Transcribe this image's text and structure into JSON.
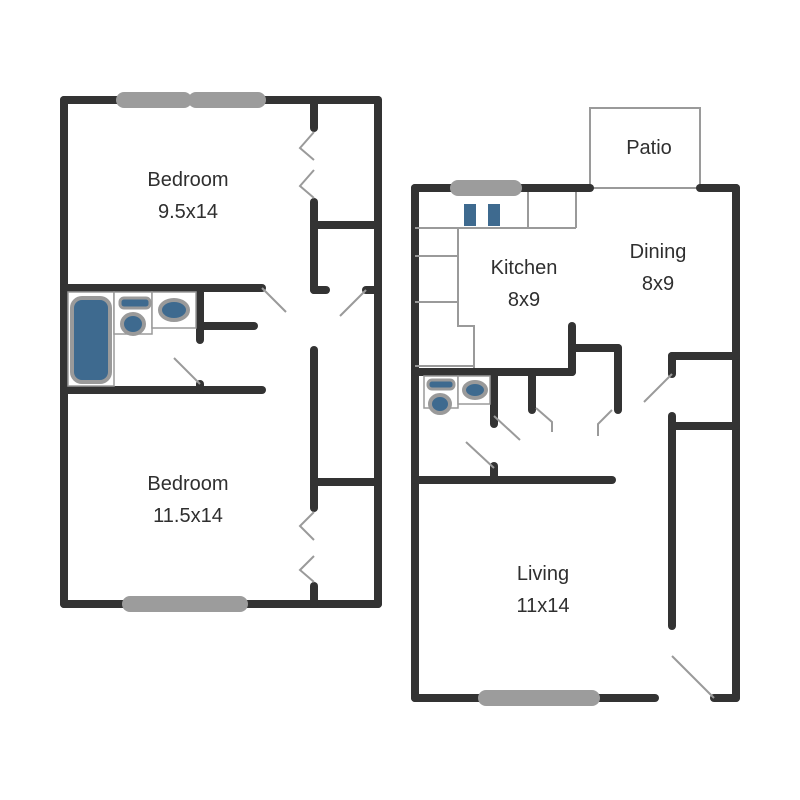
{
  "rooms": {
    "bedroom_upper": {
      "name": "Bedroom",
      "size": "9.5x14"
    },
    "bedroom_lower": {
      "name": "Bedroom",
      "size": "11.5x14"
    },
    "kitchen": {
      "name": "Kitchen",
      "size": "8x9"
    },
    "dining": {
      "name": "Dining",
      "size": "8x9"
    },
    "living": {
      "name": "Living",
      "size": "11x14"
    },
    "patio": {
      "name": "Patio"
    }
  },
  "colors": {
    "wall": "#333333",
    "window": "#9c9c9c",
    "fixture_blue": "#3e6a8f",
    "fixture_gray": "#9a9a9a"
  }
}
